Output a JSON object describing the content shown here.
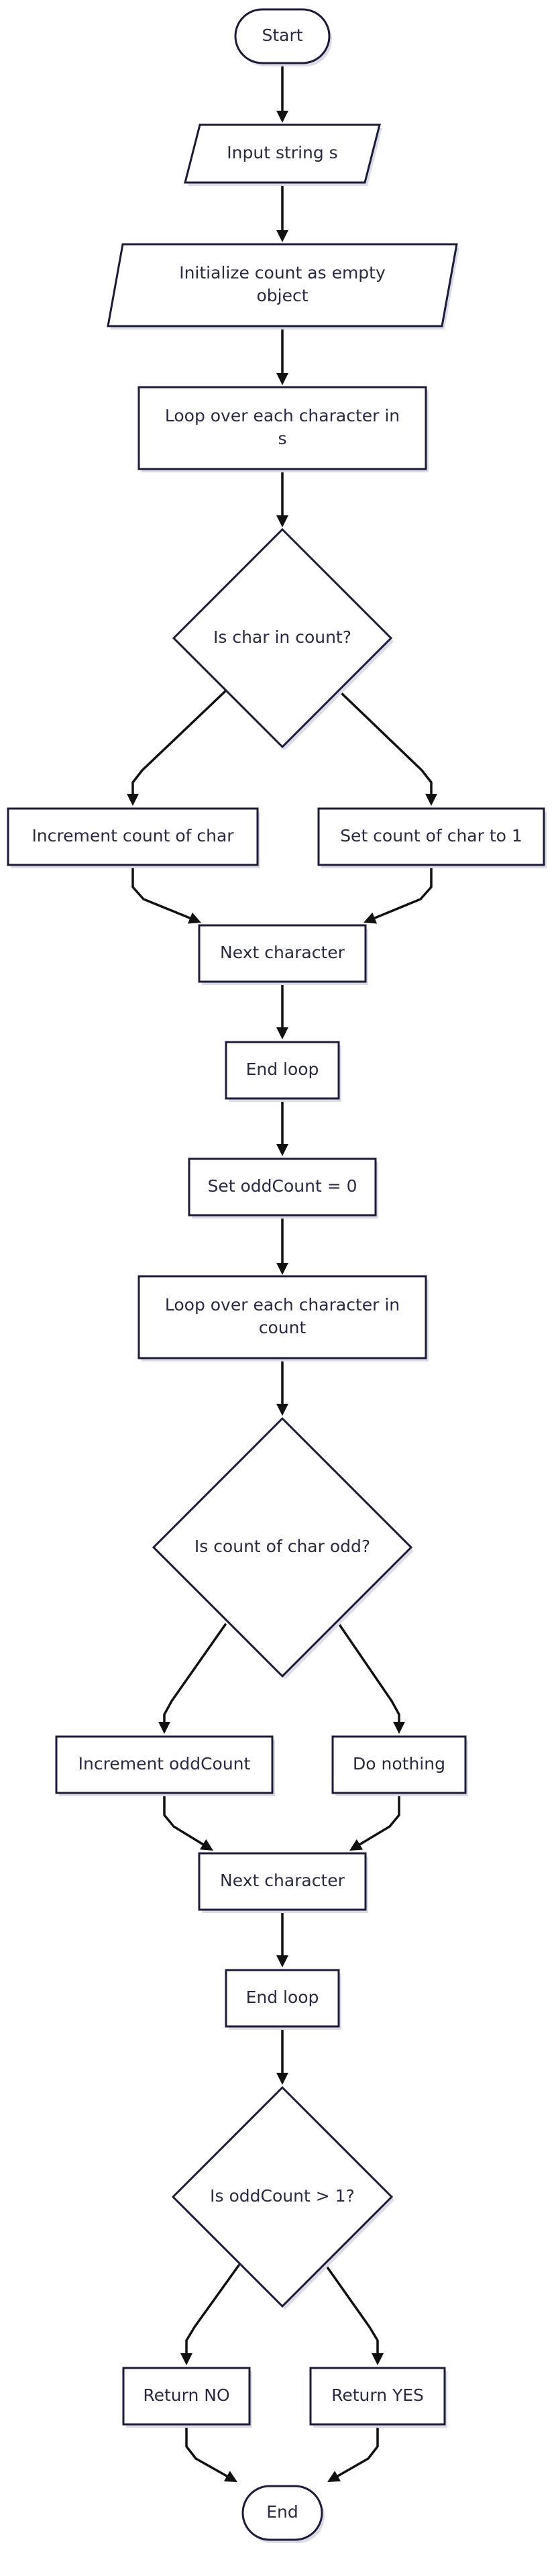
{
  "nodes": [
    {
      "id": "start",
      "lines": [
        "Start"
      ]
    },
    {
      "id": "input",
      "lines": [
        "Input string s"
      ]
    },
    {
      "id": "init",
      "lines": [
        "Initialize count as empty",
        "object"
      ]
    },
    {
      "id": "loop1",
      "lines": [
        "Loop over each character in",
        "s"
      ]
    },
    {
      "id": "dec1",
      "lines": [
        "Is char in count?"
      ]
    },
    {
      "id": "inc",
      "lines": [
        "Increment count of char"
      ]
    },
    {
      "id": "set1",
      "lines": [
        "Set count of char to 1"
      ]
    },
    {
      "id": "next1",
      "lines": [
        "Next character"
      ]
    },
    {
      "id": "end1",
      "lines": [
        "End loop"
      ]
    },
    {
      "id": "setodd",
      "lines": [
        "Set oddCount = 0"
      ]
    },
    {
      "id": "loop2",
      "lines": [
        "Loop over each character in",
        "count"
      ]
    },
    {
      "id": "dec2",
      "lines": [
        "Is count of char odd?"
      ]
    },
    {
      "id": "incodd",
      "lines": [
        "Increment oddCount"
      ]
    },
    {
      "id": "nothing",
      "lines": [
        "Do nothing"
      ]
    },
    {
      "id": "next2",
      "lines": [
        "Next character"
      ]
    },
    {
      "id": "end2",
      "lines": [
        "End loop"
      ]
    },
    {
      "id": "dec3",
      "lines": [
        "Is oddCount > 1?"
      ]
    },
    {
      "id": "retno",
      "lines": [
        "Return NO"
      ]
    },
    {
      "id": "retyes",
      "lines": [
        "Return YES"
      ]
    },
    {
      "id": "end",
      "lines": [
        "End"
      ]
    }
  ],
  "edges": [
    {
      "from": "start",
      "to": "input"
    },
    {
      "from": "input",
      "to": "init"
    },
    {
      "from": "init",
      "to": "loop1"
    },
    {
      "from": "loop1",
      "to": "dec1"
    },
    {
      "from": "dec1",
      "to": "inc"
    },
    {
      "from": "dec1",
      "to": "set1"
    },
    {
      "from": "inc",
      "to": "next1"
    },
    {
      "from": "set1",
      "to": "next1"
    },
    {
      "from": "next1",
      "to": "end1"
    },
    {
      "from": "end1",
      "to": "setodd"
    },
    {
      "from": "setodd",
      "to": "loop2"
    },
    {
      "from": "loop2",
      "to": "dec2"
    },
    {
      "from": "dec2",
      "to": "incodd"
    },
    {
      "from": "dec2",
      "to": "nothing"
    },
    {
      "from": "incodd",
      "to": "next2"
    },
    {
      "from": "nothing",
      "to": "next2"
    },
    {
      "from": "next2",
      "to": "end2"
    },
    {
      "from": "end2",
      "to": "dec3"
    },
    {
      "from": "dec3",
      "to": "retno"
    },
    {
      "from": "dec3",
      "to": "retyes"
    },
    {
      "from": "retno",
      "to": "end"
    },
    {
      "from": "retyes",
      "to": "end"
    }
  ],
  "colors": {
    "stroke": "#1c1c3a",
    "fill": "#ffffff",
    "text": "#2a2a44",
    "edge": "#111111"
  }
}
